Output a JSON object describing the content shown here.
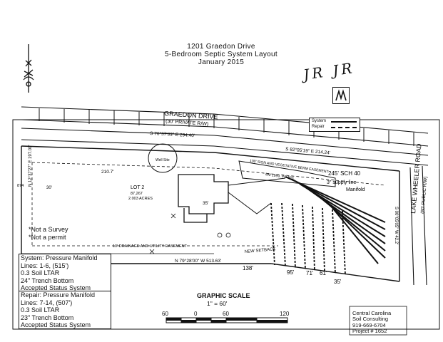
{
  "title": {
    "address": "1201 Graedon Drive",
    "subtitle": "5-Bedroom Septic System Layout",
    "date": "January 2015"
  },
  "signature": "JR JR",
  "road_labels": {
    "graedon": "GRAEDON DRIVE",
    "graedon_sub": "(30' PRIVATE R/W)",
    "wheeler": "LAKE WHEELER ROAD",
    "wheeler_sub": "(80' PUBLIC R/W)"
  },
  "bearings": {
    "top1": "S 76°37'33\" E 294.40'",
    "top2": "S 82°05'19\" E 214.24'",
    "bottom": "N 79°28'00\" W 513.63'",
    "left": "N 12°37'27\" E 197.00'",
    "right": "S 00°05'05\" W 42.2'"
  },
  "plan_labels": {
    "lot": "LOT 2",
    "lot_area": "87,267",
    "lot_acres": "2.003 ACRES",
    "dim_210": "210.7'",
    "well": "Well Site",
    "easement": "100' SIGN AND VEGETATIVE BERM EASEMENT",
    "easement_ref": "BM 1999, PG 563",
    "sch": "245' SCH 40",
    "supply": "3\" supply line",
    "manifold": "Manifold",
    "drainage": "10' DRAINAGE AND UTILITY EASEMENT",
    "new_setback": "NEW SETBACK",
    "dim_35": "35'",
    "dim_138": "138'",
    "dim_95": "95'",
    "dim_71": "71'",
    "dim_61": "61'",
    "dim_35b": "35'",
    "dim_30": "30'",
    "dim_874": "874"
  },
  "notes": {
    "not_survey": "*Not a Survey",
    "not_permit": "*Not a permit"
  },
  "system_box": {
    "lines": [
      "System: Pressure Manifold",
      "Lines: 1-6, (515')",
      "0.3 Soil LTAR",
      "24\" Trench Bottom",
      "Accepted Status System"
    ]
  },
  "repair_box": {
    "lines": [
      "Repair: Pressure Manifold",
      "Lines: 7-14, (507')",
      "0.3 Soil LTAR",
      "23\" Trench Bottom",
      "Accepted Status System"
    ]
  },
  "legend": {
    "system": "System",
    "repair": "Repair"
  },
  "graphic_scale": {
    "title": "GRAPHIC SCALE",
    "ratio": "1\" = 60'",
    "ticks": [
      "60",
      "0",
      "60",
      "120"
    ]
  },
  "company": {
    "lines": [
      "Central Carolina",
      "Soil Consulting",
      "919-669-6704",
      "Project # 1652"
    ]
  }
}
